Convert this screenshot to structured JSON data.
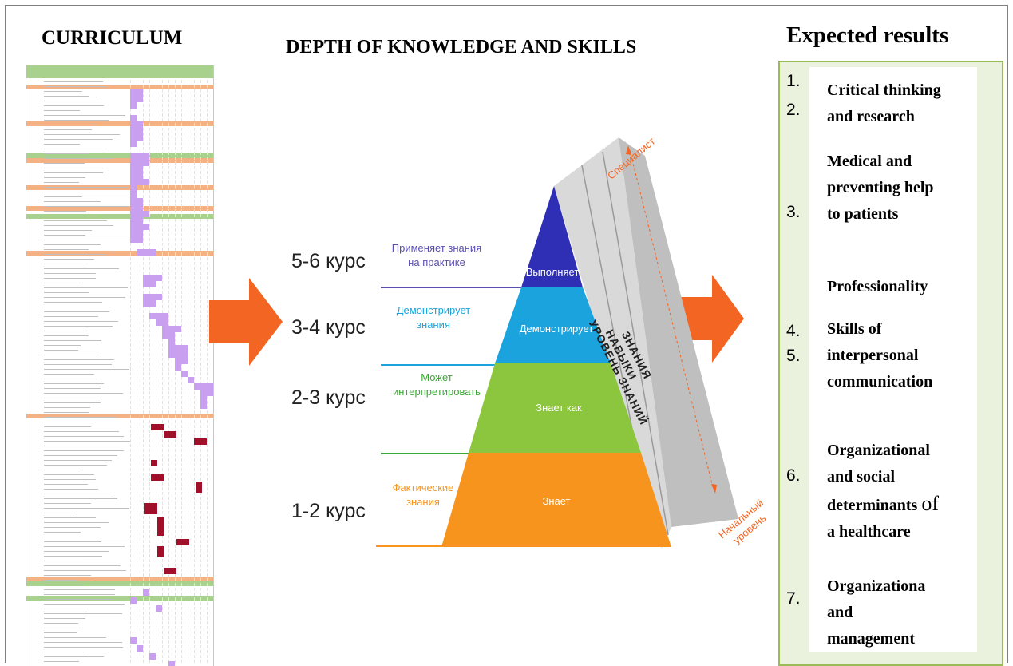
{
  "headers": {
    "curriculum": "CURRICULUM",
    "depth": "DEPTH OF KNOWLEDGE AND SKILLS",
    "expected": "Expected results"
  },
  "courses": [
    "5-6 курс",
    "3-4 курс",
    "2-3 курс",
    "1-2 курс"
  ],
  "pyramid": {
    "levels": [
      {
        "label": "Выполняет",
        "color": "#2f2fb5"
      },
      {
        "label": "Демонстрирует",
        "color": "#1aa3dc"
      },
      {
        "label": "Знает как",
        "color": "#8cc63f"
      },
      {
        "label": "Знает",
        "color": "#f7941d"
      }
    ],
    "left_labels": [
      {
        "text": "Применяет знания на практике",
        "color": "#5a4fb0"
      },
      {
        "text": "Демонстрирует знания",
        "color": "#1aa3dc"
      },
      {
        "text": "Может интерпретировать",
        "color": "#39a935"
      },
      {
        "text": "Фактические знания",
        "color": "#f7941d"
      }
    ],
    "side_labels": [
      "ЗНАНИЯ",
      "НАВЫКИ",
      "УРОВЕНЬ ЗНАНИЙ"
    ],
    "top_side": "Специалист",
    "bottom_side": "Начальный уровень"
  },
  "results": {
    "numbers": [
      "1.",
      "2.",
      "3.",
      "4.",
      "5.",
      "6.",
      "7."
    ],
    "items": [
      {
        "lines": [
          "Critical thinking",
          "and research"
        ]
      },
      {
        "lines": [
          "Medical and",
          "preventing help",
          "to patients"
        ]
      },
      {
        "lines": [
          "Professionality"
        ]
      },
      {
        "lines": [
          "Skills of",
          "interpersonal",
          "communication"
        ]
      },
      {
        "lines": [
          "Organizational",
          "and social",
          "determinants",
          "a healthcare"
        ],
        "of_word": "of"
      },
      {
        "lines": [
          "Organizationa",
          "and",
          "management"
        ]
      }
    ]
  },
  "colors": {
    "arrow": "#f26522",
    "frame_green": "#9bbb59",
    "curriculum_purple": "#c9a0f0",
    "curriculum_red": "#a0102a"
  }
}
